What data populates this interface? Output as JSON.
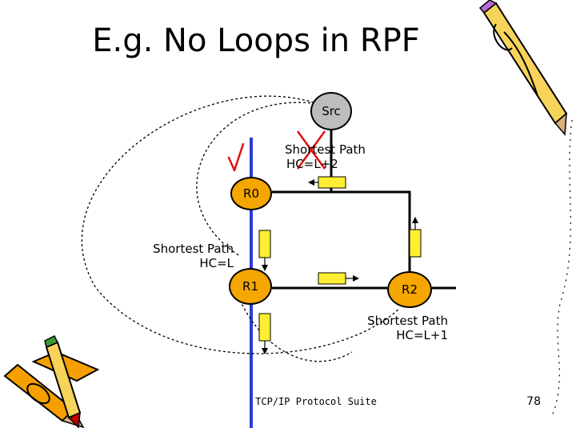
{
  "title": "E.g. No Loops in RPF",
  "nodes": {
    "src": "Src",
    "r0": "R0",
    "r1": "R1",
    "r2": "R2"
  },
  "labels": {
    "path_l2_line1": "Shortest Path",
    "path_l2_line2": "HC=L+2",
    "path_l_line1": "Shortest Path",
    "path_l_line2": "HC=L",
    "path_l1_line1": "Shortest Path",
    "path_l1_line2": "HC=L+1"
  },
  "marks": {
    "accepted": "check",
    "rejected": "cross"
  },
  "footer": "TCP/IP Protocol Suite",
  "page_number": "78",
  "colors": {
    "router_fill": "#f5a600",
    "source_fill": "#bdbdbd",
    "link_blue": "#2a3bd6",
    "packet_fill": "#ffee33",
    "mark_red": "#e01010"
  }
}
